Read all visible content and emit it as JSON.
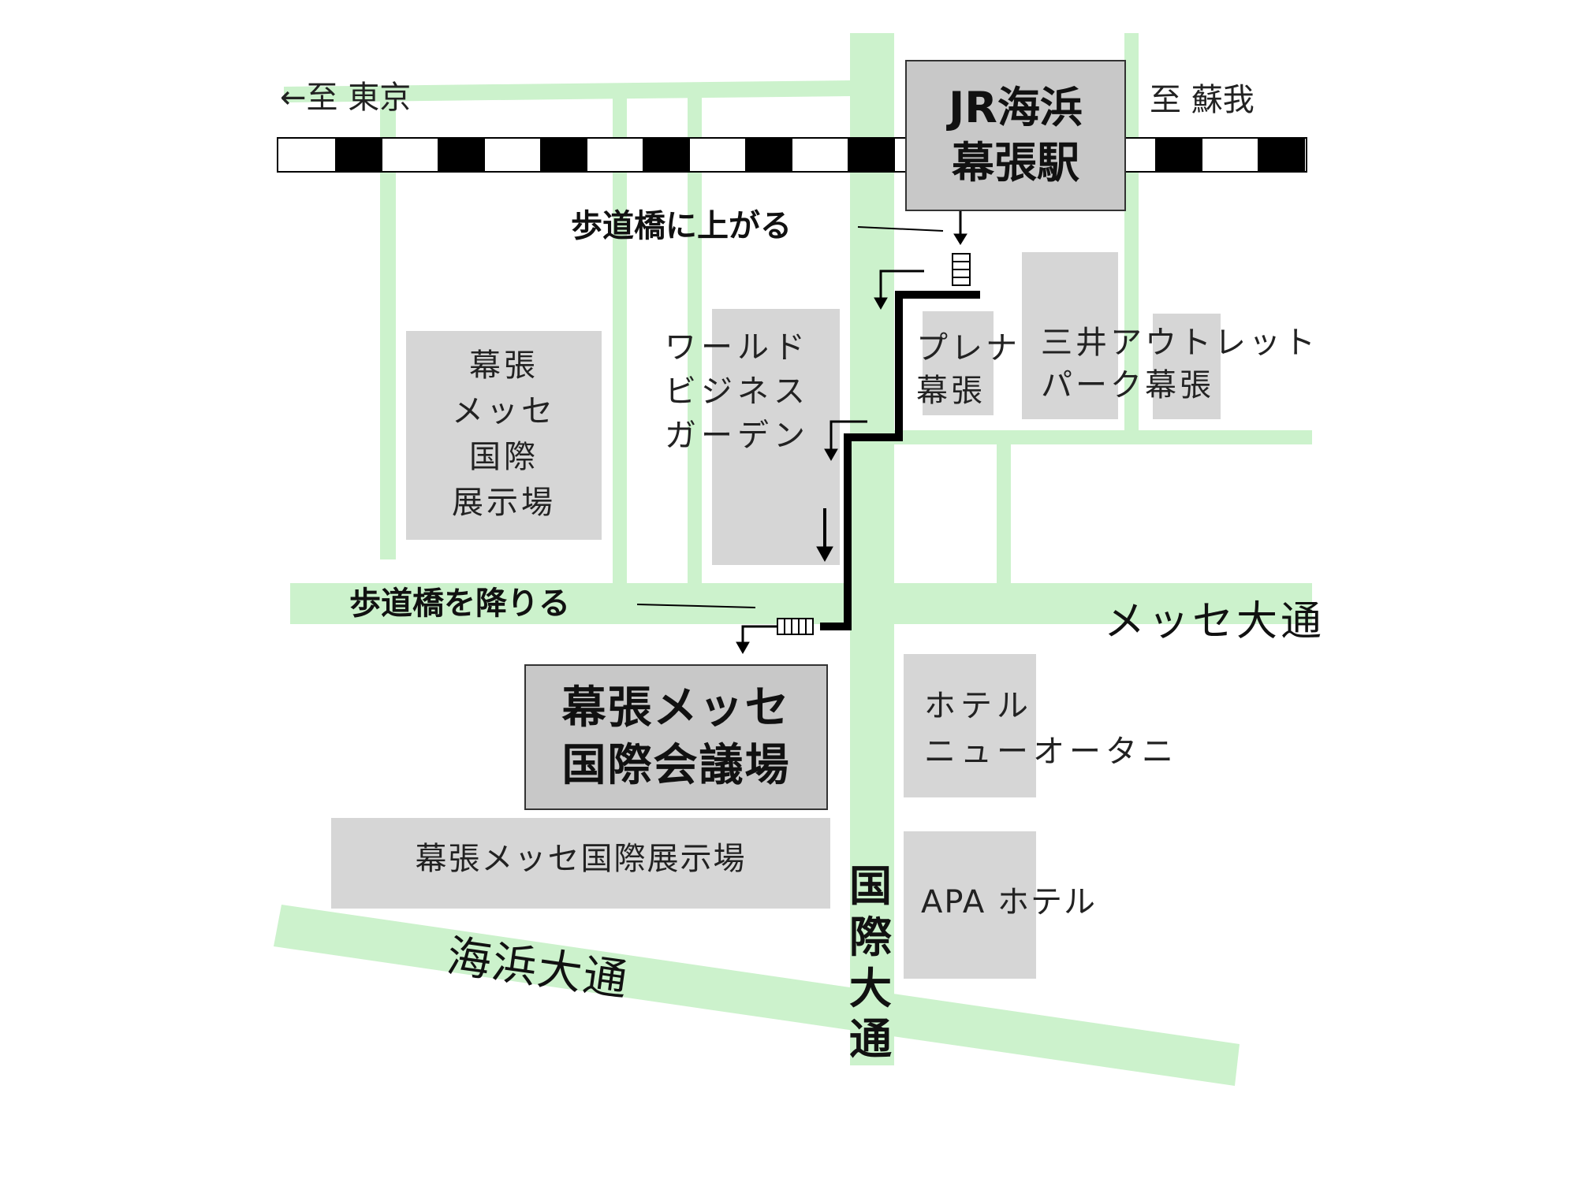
{
  "labels": {
    "to_tokyo": "←至 東京",
    "to_soga": "至 蘇我",
    "station": "JR海浜\n幕張駅",
    "climb_bridge": "歩道橋に上がる",
    "descend_bridge": "歩道橋を降りる",
    "world_business_garden": "ワールド\nビジネス\nガーデン",
    "plena": "プレナ\n幕張",
    "mitsui_outlet": "三井アウトレット\nパーク幕張",
    "messe_exhibition_block": "幕張\nメッセ\n国際\n展示場",
    "messe_ave": "メッセ大通",
    "conference_hall": "幕張メッセ\n国際会議場",
    "new_otani": "ホテル\nニューオータニ",
    "exhibition_hall": "幕張メッセ国際展示場",
    "apa_hotel": "APA ホテル",
    "kokusai_ave": "国\n際\n大\n通",
    "kaihin_ave": "海浜大通"
  },
  "colors": {
    "road": "#ccf2cc",
    "building": "#d6d6d6",
    "highlight_building": "#c8c8c8",
    "route": "#000000",
    "rail_dark": "#000000",
    "rail_light": "#ffffff"
  }
}
